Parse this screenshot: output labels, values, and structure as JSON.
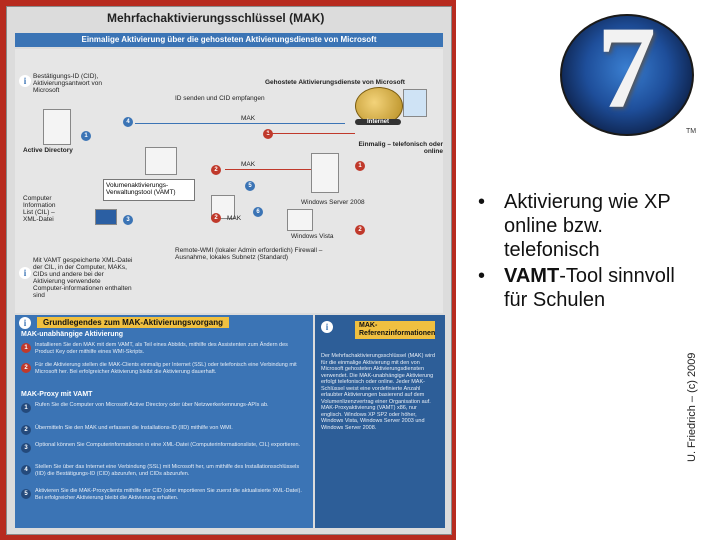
{
  "diagram": {
    "title": "Mehrfachaktivierungsschlüssel (MAK)",
    "top_bar": "Einmalige Aktivierung über die gehosteten Aktivierungsdienste von Microsoft",
    "labels": {
      "step1_note": "Bestätigungs-ID (CID), Aktivierungsantwort von Microsoft",
      "hosted": "Gehostete Aktivierungsdienste von Microsoft",
      "id_sent": "ID senden und CID empfangen",
      "internet": "Internet",
      "once_online": "Einmalig – telefonisch oder online",
      "active_directory": "Active Directory",
      "vamt": "Volumenaktivierungs-Verwaltungstool (VAMT)",
      "computer_info_list": "Computer Information List (CIL) – XML-Datei",
      "windows_server": "Windows Server 2008",
      "windows_vista": "Windows Vista",
      "remote_wmi": "Remote-WMI (lokaler Admin erforderlich) Firewall – Ausnahme, lokales Subnetz (Standard)",
      "cil_note": "Mit VAMT gespeicherte XML-Datei der CIL, in der Computer, MAKs, CIDs und andere bei der Aktivierung verwendete Computer-informationen enthalten sind",
      "mak": "MAK"
    },
    "bottom_left": {
      "header": "Grundlegendes zum MAK-Aktivierungsvorgang",
      "sub1": "MAK-unabhängige Aktivierung",
      "items1": [
        "Installieren Sie den MAK mit dem VAMT, als Teil eines Abbilds, mithilfe des Assistenten zum Ändern des Product Key oder mithilfe eines WMI-Skripts.",
        "Für die Aktivierung stellen die MAK-Clients einmalig per Internet (SSL) oder telefonisch eine Verbindung mit Microsoft her. Bei erfolgreicher Aktivierung bleibt die Aktivierung dauerhaft."
      ],
      "sub2": "MAK-Proxy mit VAMT",
      "items2": [
        "Rufen Sie die Computer von Microsoft Active Directory oder über Netzwerkerkennungs-APIs ab.",
        "Übermitteln Sie den MAK und erfassen die Installations-ID (IID) mithilfe von WMI.",
        "Optional können Sie Computerinformationen in eine XML-Datei (Computerinformationsliste, CIL) exportieren.",
        "Stellen Sie über das Internet eine Verbindung (SSL) mit Microsoft her, um mithilfe des Installationsschlüssels (IID) die Bestätigungs-ID (CID) abzurufen, und CIDs abzurufen.",
        "Aktivieren Sie die MAK-Proxyclients mithilfe der CID (oder importieren Sie zuerst die aktualisierte XML-Datei). Bei erfolgreicher Aktivierung bleibt die Aktivierung erhalten."
      ]
    },
    "bottom_right": {
      "header": "MAK-Referenzinformationen",
      "body": "Der Mehrfachaktivierungsschlüssel (MAK) wird für die einmalige Aktivierung mit den von Microsoft gehosteten Aktivierungsdiensten verwendet. Die MAK-unabhängige Aktivierung erfolgt telefonisch oder online. Jeder MAK-Schlüssel weist eine vordefinierte Anzahl erlaubter Aktivierungen basierend auf dem Volumenlizenzvertrag einer Organisation auf. MAK-Proxyaktivierung (VAMT) x86, nur englisch. Windows XP SP2 oder höher, Windows Vista, Windows Server 2003 und Windows Server 2008."
    }
  },
  "logo": {
    "digit": "7",
    "tm": "TM"
  },
  "bullets": [
    {
      "parts": [
        {
          "text": "Aktivierung wie XP online bzw. telefonisch",
          "bold": false
        }
      ]
    },
    {
      "parts": [
        {
          "text": "VAMT",
          "bold": true
        },
        {
          "text": "-Tool sinnvoll für Schulen",
          "bold": false
        }
      ]
    }
  ],
  "side_credit": "U. Friedrich – (c) 2009"
}
